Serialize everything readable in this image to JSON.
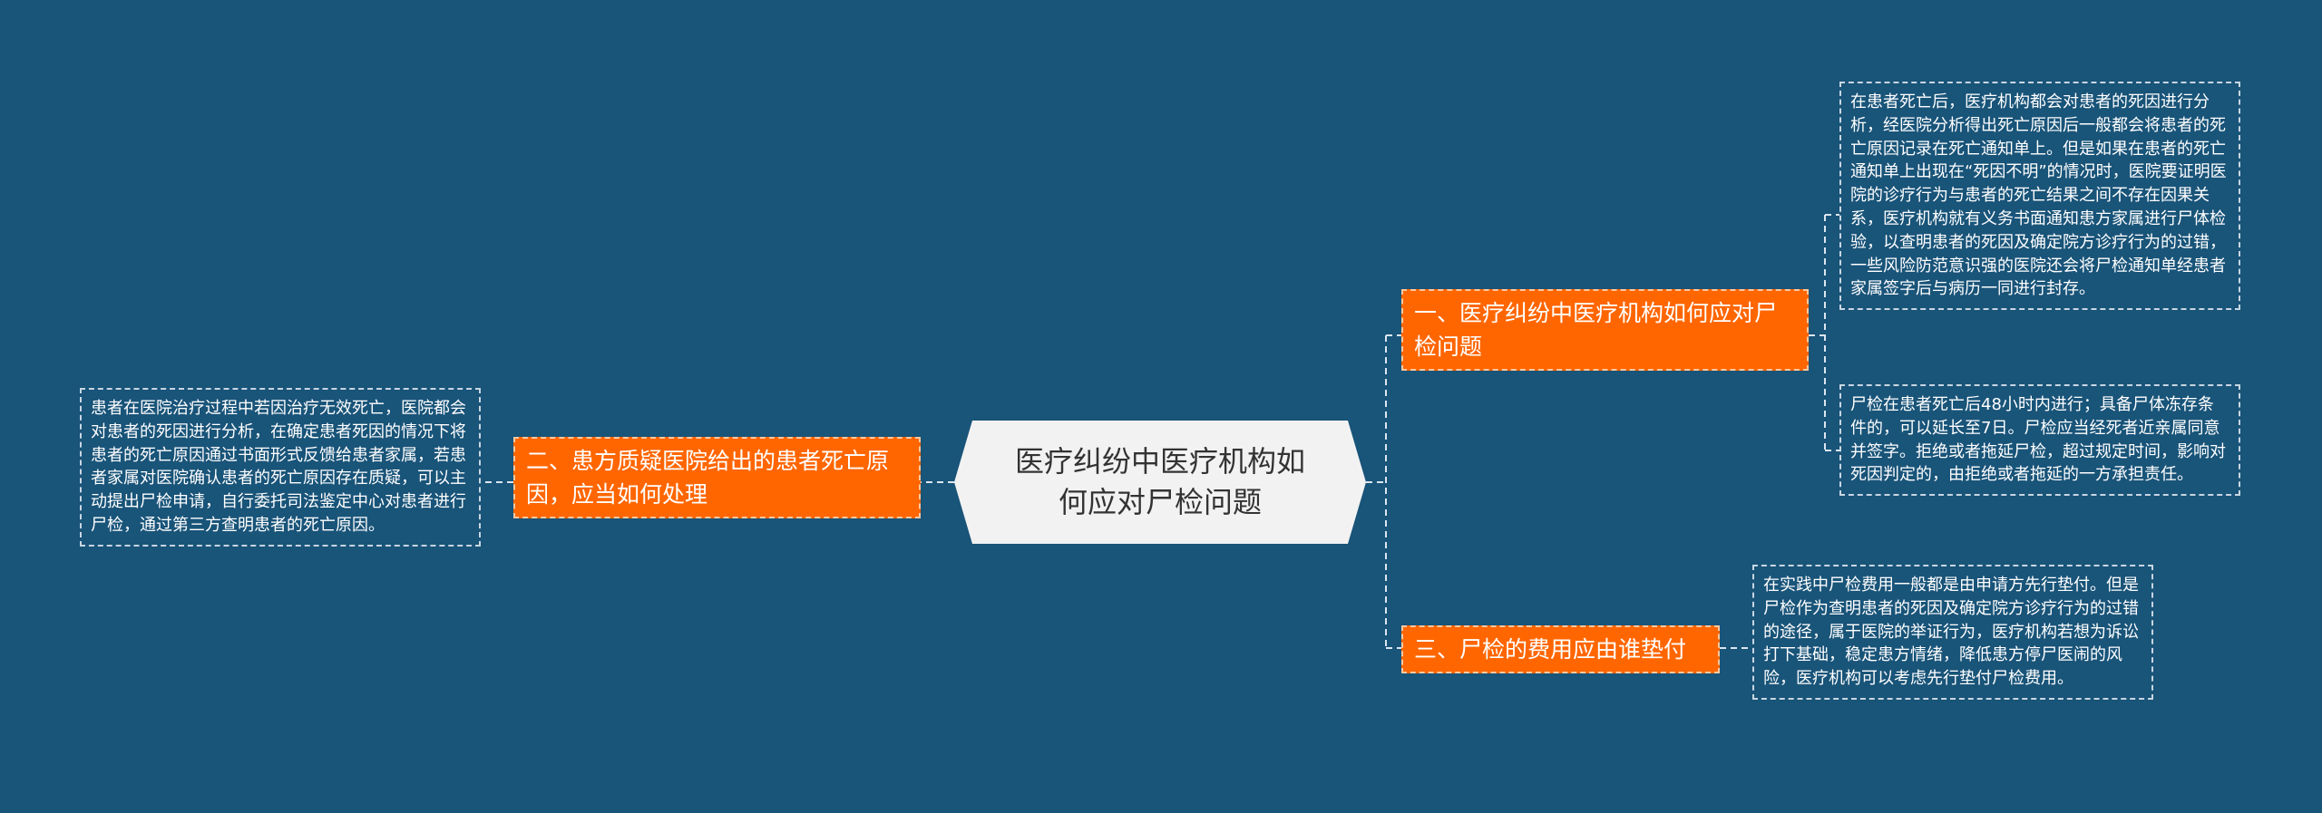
{
  "colors": {
    "background": "#195479",
    "center_fill": "#f2f2f2",
    "branch_fill": "#FF6600",
    "connector": "#dce6ef",
    "leaf_text": "#ffffff"
  },
  "center": {
    "title": "医疗纠纷中医疗机构如何应对尸检问题"
  },
  "branches": [
    {
      "label": "一、医疗纠纷中医疗机构如何应对尸检问题",
      "leaves": [
        "在患者死亡后，医疗机构都会对患者的死因进行分析，经医院分析得出死亡原因后一般都会将患者的死亡原因记录在死亡通知单上。但是如果在患者的死亡通知单上出现在“死因不明”的情况时，医院要证明医院的诊疗行为与患者的死亡结果之间不存在因果关系，医疗机构就有义务书面通知患方家属进行尸体检验，以查明患者的死因及确定院方诊疗行为的过错，一些风险防范意识强的医院还会将尸检通知单经患者家属签字后与病历一同进行封存。",
        "尸检在患者死亡后48小时内进行；具备尸体冻存条件的，可以延长至7日。尸检应当经死者近亲属同意并签字。拒绝或者拖延尸检，超过规定时间，影响对死因判定的，由拒绝或者拖延的一方承担责任。"
      ]
    },
    {
      "label": "二、患方质疑医院给出的患者死亡原因，应当如何处理",
      "leaves": [
        "患者在医院治疗过程中若因治疗无效死亡，医院都会对患者的死因进行分析，在确定患者死因的情况下将患者的死亡原因通过书面形式反馈给患者家属，若患者家属对医院确认患者的死亡原因存在质疑，可以主动提出尸检申请，自行委托司法鉴定中心对患者进行尸检，通过第三方查明患者的死亡原因。"
      ]
    },
    {
      "label": "三、尸检的费用应由谁垫付",
      "leaves": [
        "在实践中尸检费用一般都是由申请方先行垫付。但是尸检作为查明患者的死因及确定院方诊疗行为的过错的途径，属于医院的举证行为，医疗机构若想为诉讼打下基础，稳定患方情绪，降低患方停尸医闹的风险，医疗机构可以考虑先行垫付尸检费用。"
      ]
    }
  ]
}
